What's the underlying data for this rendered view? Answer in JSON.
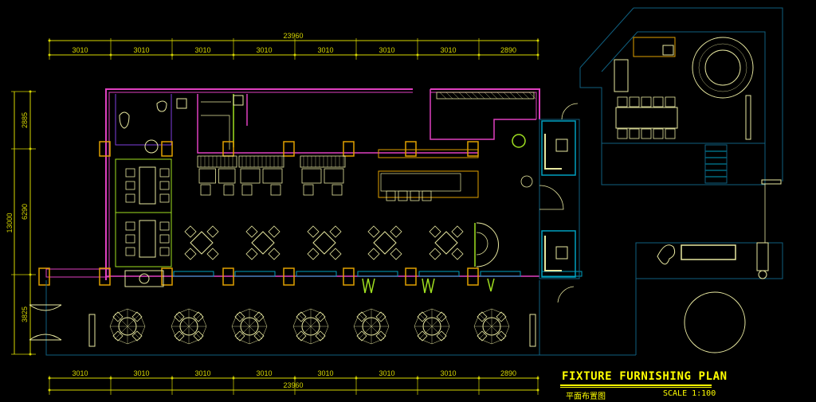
{
  "title_block": {
    "title": "FIXTURE FURNISHING PLAN",
    "subtitle_cn": "平面布置图",
    "scale": "SCALE 1:100"
  },
  "dimensions": {
    "top_total": "23960",
    "top_segments": [
      "3010",
      "3010",
      "3010",
      "3010",
      "3010",
      "3010",
      "3010",
      "2890"
    ],
    "bottom_total": "23960",
    "bottom_segments": [
      "3010",
      "3010",
      "3010",
      "3010",
      "3010",
      "3010",
      "3010",
      "2890"
    ],
    "left_total": "13000",
    "left_segments": [
      "2885",
      "6290",
      "3825"
    ]
  },
  "colors": {
    "wall": "#e040c0",
    "column": "#e0a000",
    "furniture": "#e8e8a0",
    "glass": "#00a0c0",
    "outline": "#106080",
    "dimension": "#d8d800",
    "accent_green": "#a0e020",
    "violet": "#8040e0"
  }
}
